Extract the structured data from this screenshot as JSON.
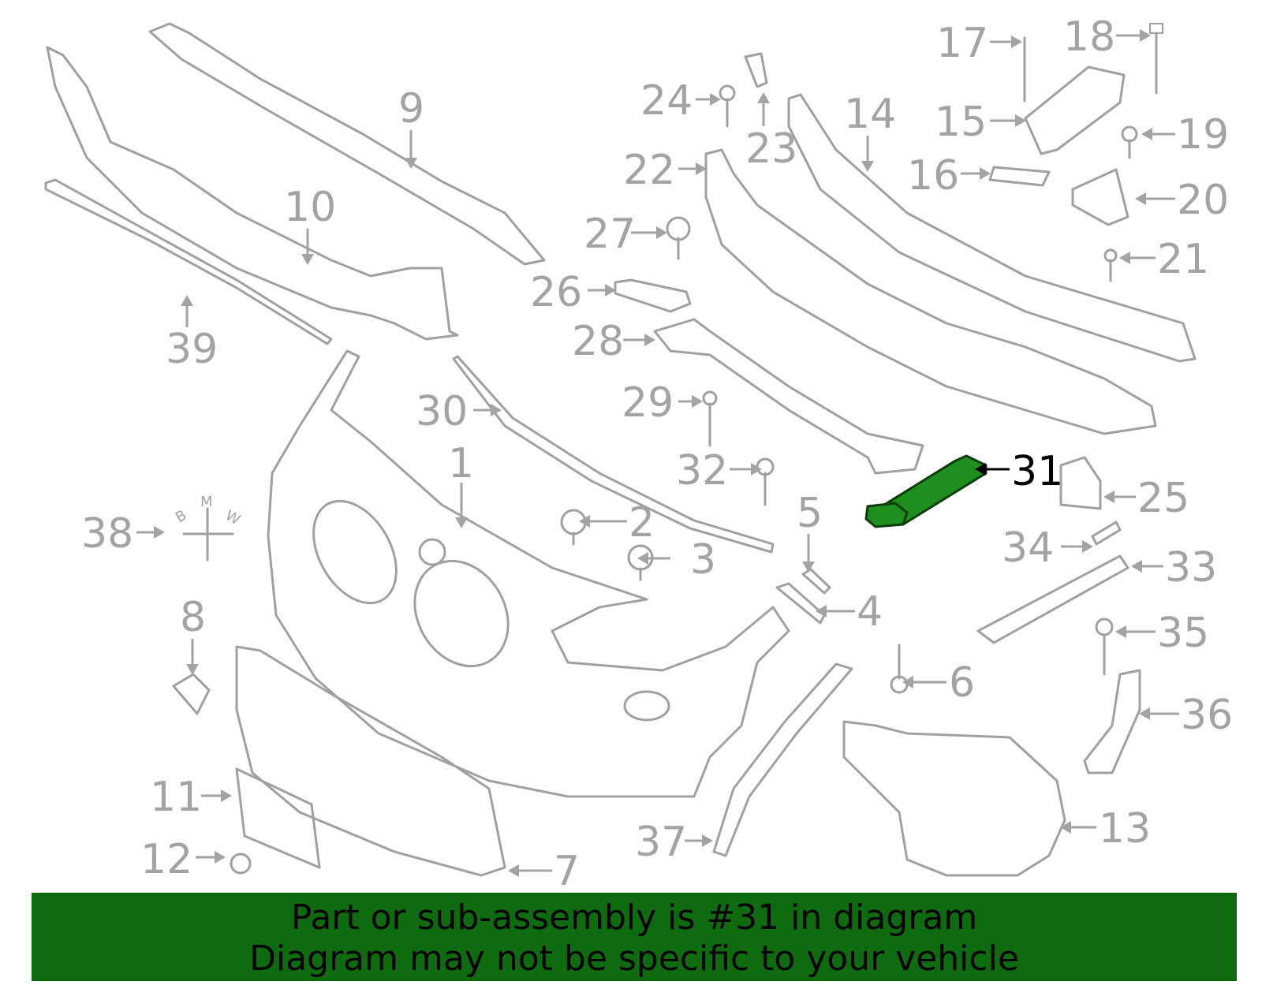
{
  "highlight_color": "#1e8f1e",
  "banner_color": "#0f6b0f",
  "callout_color": "#a3a3a3",
  "highlighted_callout": "31",
  "callouts": {
    "c1": "1",
    "c2": "2",
    "c3": "3",
    "c4": "4",
    "c5": "5",
    "c6": "6",
    "c7": "7",
    "c8": "8",
    "c9": "9",
    "c10": "10",
    "c11": "11",
    "c12": "12",
    "c13": "13",
    "c14": "14",
    "c15": "15",
    "c16": "16",
    "c17": "17",
    "c18": "18",
    "c19": "19",
    "c20": "20",
    "c21": "21",
    "c22": "22",
    "c23": "23",
    "c24": "24",
    "c25": "25",
    "c26": "26",
    "c27": "27",
    "c28": "28",
    "c29": "29",
    "c30": "30",
    "c31": "31",
    "c32": "32",
    "c33": "33",
    "c34": "34",
    "c35": "35",
    "c36": "36",
    "c37": "37",
    "c38": "38",
    "c39": "39"
  },
  "emblem_letters": [
    "B",
    "M",
    "W"
  ],
  "banner": {
    "line1": "Part or sub-assembly is #31 in diagram",
    "line2": "Diagram may not be specific to your vehicle"
  }
}
